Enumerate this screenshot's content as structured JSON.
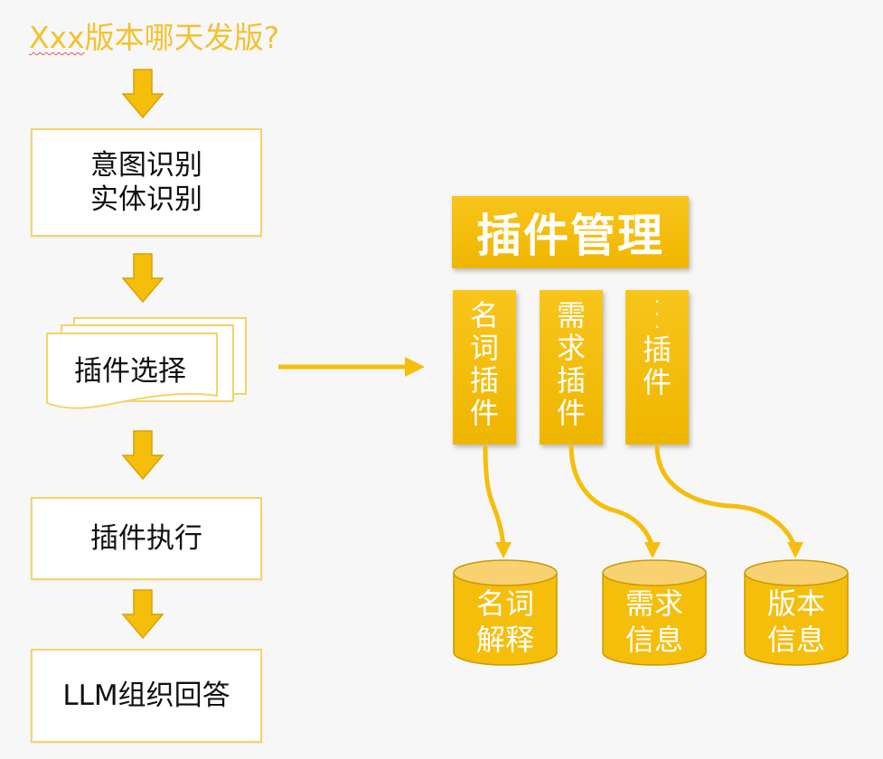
{
  "question": {
    "prefix": "Xxx",
    "rest": "版本哪天发版?"
  },
  "flow_steps": [
    {
      "lines": [
        "意图识别",
        "实体识别"
      ]
    },
    {
      "lines": [
        "插件选择"
      ]
    },
    {
      "lines": [
        "插件执行"
      ]
    },
    {
      "lines": [
        "LLM组织回答"
      ]
    }
  ],
  "plugin_manager": {
    "title": "插件管理",
    "plugins": [
      {
        "chars": [
          "名",
          "词",
          "插",
          "件"
        ]
      },
      {
        "chars": [
          "需",
          "求",
          "插",
          "件"
        ]
      },
      {
        "chars": [
          "·",
          "·",
          "·",
          "插",
          "件"
        ]
      }
    ]
  },
  "data_stores": [
    {
      "lines": [
        "名词",
        "解释"
      ]
    },
    {
      "lines": [
        "需求",
        "信息"
      ]
    },
    {
      "lines": [
        "版本",
        "信息"
      ]
    }
  ],
  "colors": {
    "accent": "#f5be0b",
    "accent_dark": "#c99a00",
    "question_text": "#f2c230",
    "box_border": "#f1d46a",
    "background": "#f7f7f7"
  }
}
